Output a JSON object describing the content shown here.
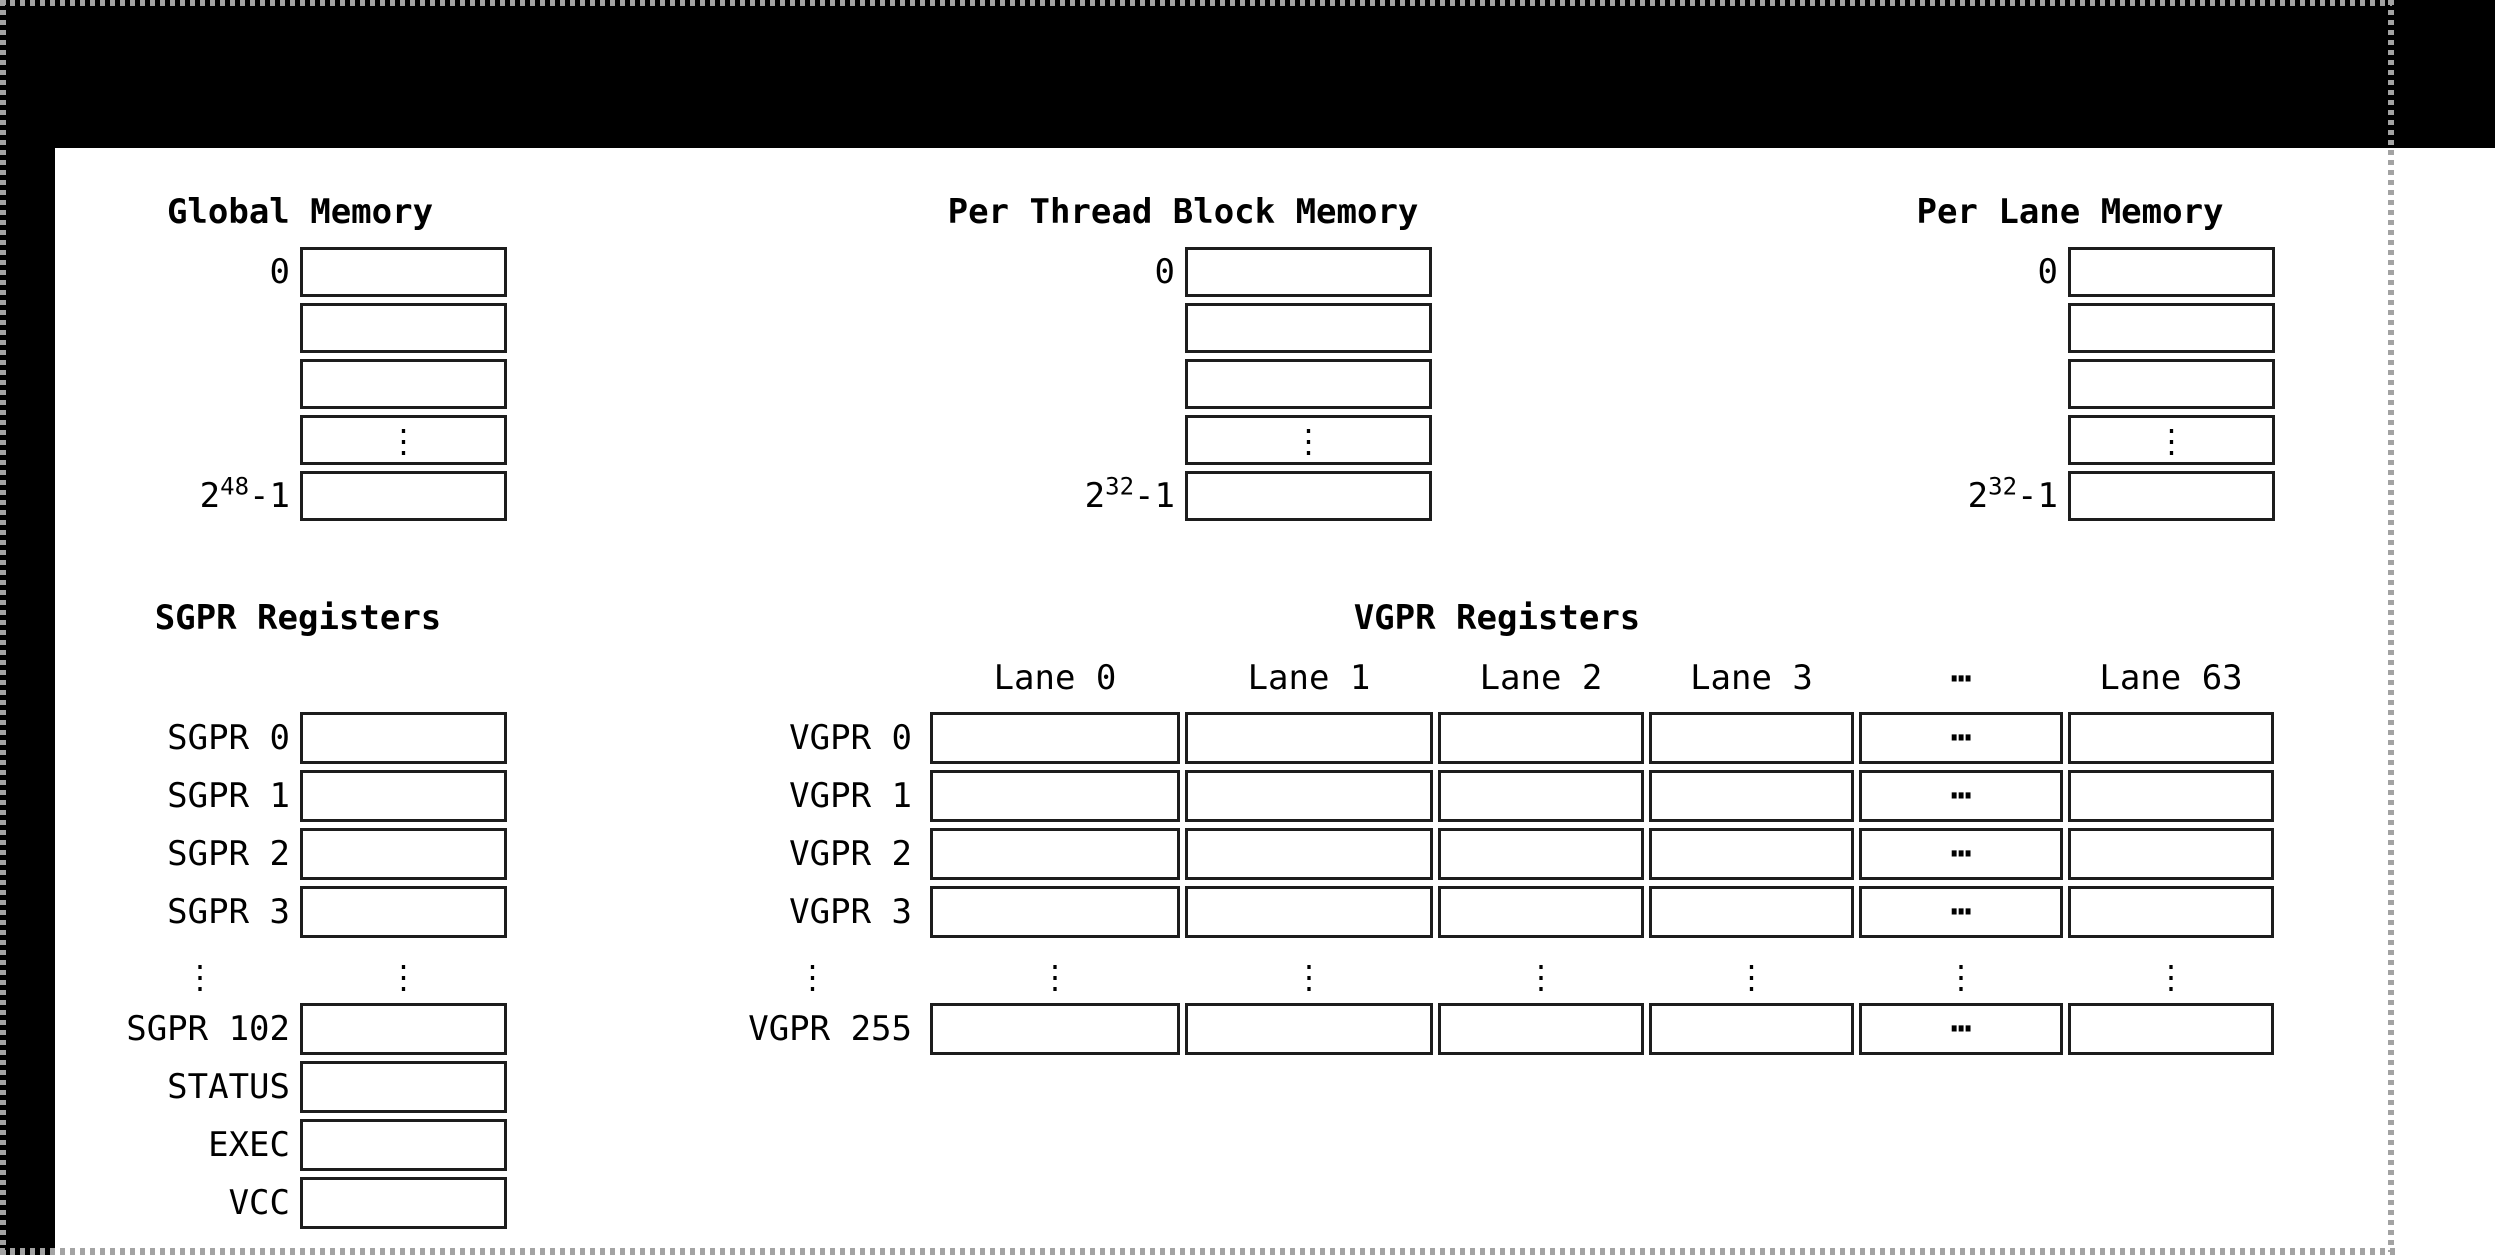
{
  "memory_sections": [
    {
      "title": "Global Memory",
      "top_label": "0",
      "ellipsis": "⋮",
      "bottom_label": {
        "base": "2",
        "sup": "48",
        "rest": "-1"
      }
    },
    {
      "title": "Per Thread Block Memory",
      "top_label": "0",
      "ellipsis": "⋮",
      "bottom_label": {
        "base": "2",
        "sup": "32",
        "rest": "-1"
      }
    },
    {
      "title": "Per Lane Memory",
      "top_label": "0",
      "ellipsis": "⋮",
      "bottom_label": {
        "base": "2",
        "sup": "32",
        "rest": "-1"
      }
    }
  ],
  "sgpr": {
    "title": "SGPR Registers",
    "rows_top": [
      {
        "label": "SGPR 0"
      },
      {
        "label": "SGPR 1"
      },
      {
        "label": "SGPR 2"
      },
      {
        "label": "SGPR 3"
      }
    ],
    "ellipsis": "⋮",
    "rows_bottom": [
      {
        "label": "SGPR 102"
      },
      {
        "label": "STATUS"
      },
      {
        "label": "EXEC"
      },
      {
        "label": "VCC"
      }
    ]
  },
  "vgpr": {
    "title": "VGPR Registers",
    "lane_headers": [
      "Lane 0",
      "Lane 1",
      "Lane 2",
      "Lane 3",
      "⋯",
      "Lane 63"
    ],
    "row_labels": [
      {
        "label": "VGPR 0"
      },
      {
        "label": "VGPR 1"
      },
      {
        "label": "VGPR 2"
      },
      {
        "label": "VGPR 3"
      }
    ],
    "last_row_label": "VGPR 255",
    "ellipsis_v": "⋮",
    "ellipsis_h": "⋯"
  }
}
